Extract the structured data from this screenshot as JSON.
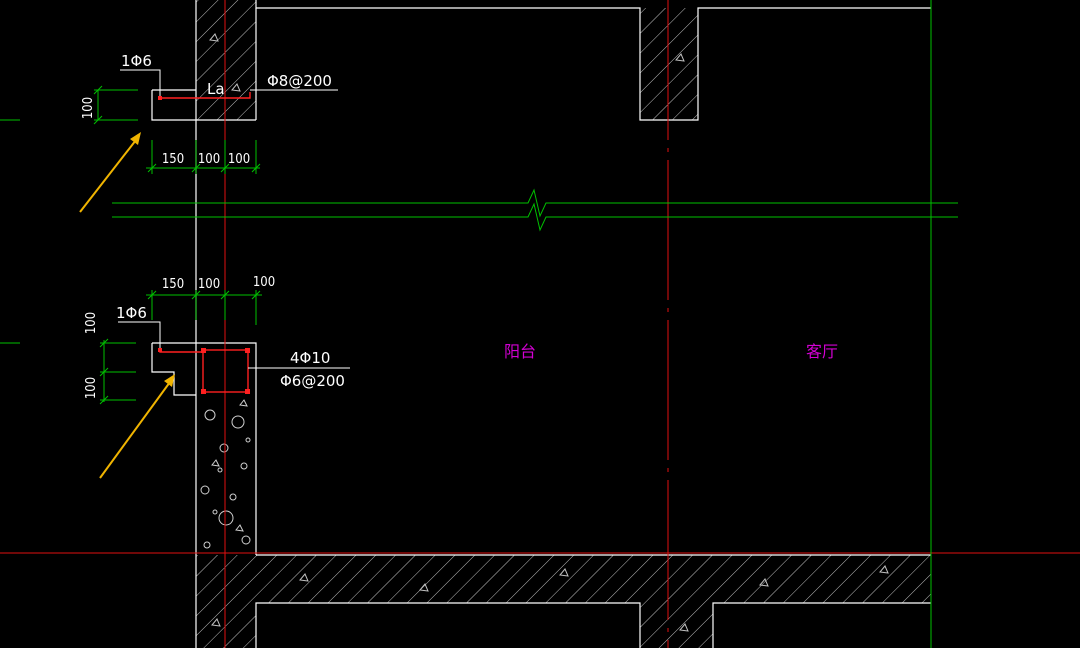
{
  "labels": {
    "top_rebar_note": "1Φ6",
    "top_anchor_note": "La",
    "top_stirrup_note": "Φ8@200",
    "bottom_rebar_note": "1Φ6",
    "bottom_main_bars": "4Φ10",
    "bottom_stirrup_note": "Φ6@200"
  },
  "dimensions": {
    "top_height": "100",
    "top_widths": [
      "150",
      "100",
      "100"
    ],
    "bottom_widths": [
      "150",
      "100",
      "100"
    ],
    "bottom_heights": [
      "100",
      "100"
    ]
  },
  "rooms": {
    "balcony": "阳台",
    "living_room": "客厅"
  },
  "colors": {
    "wall_line": "#ffffff",
    "axis_line": "#e01010",
    "dimension_line": "#00c000",
    "rebar": "#ff2020",
    "room_text": "#d400d4",
    "arrow": "#f0b400"
  }
}
